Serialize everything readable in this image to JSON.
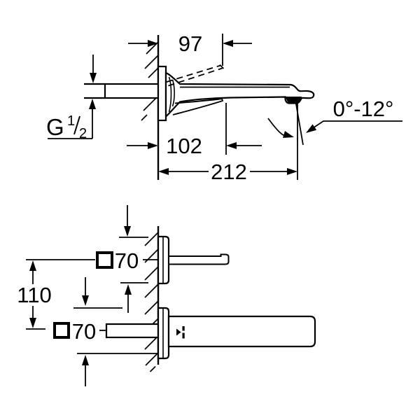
{
  "colors": {
    "background": "#ffffff",
    "line": "#000000"
  },
  "side_view": {
    "dim_97": "97",
    "dim_102": "102",
    "dim_212": "212",
    "angle_range": "0°-12°",
    "thread": {
      "letter": "G",
      "numerator": "1",
      "denominator": "2"
    }
  },
  "plan_view": {
    "square_70_top": "70",
    "square_70_bottom": "70",
    "dim_110": "110"
  }
}
